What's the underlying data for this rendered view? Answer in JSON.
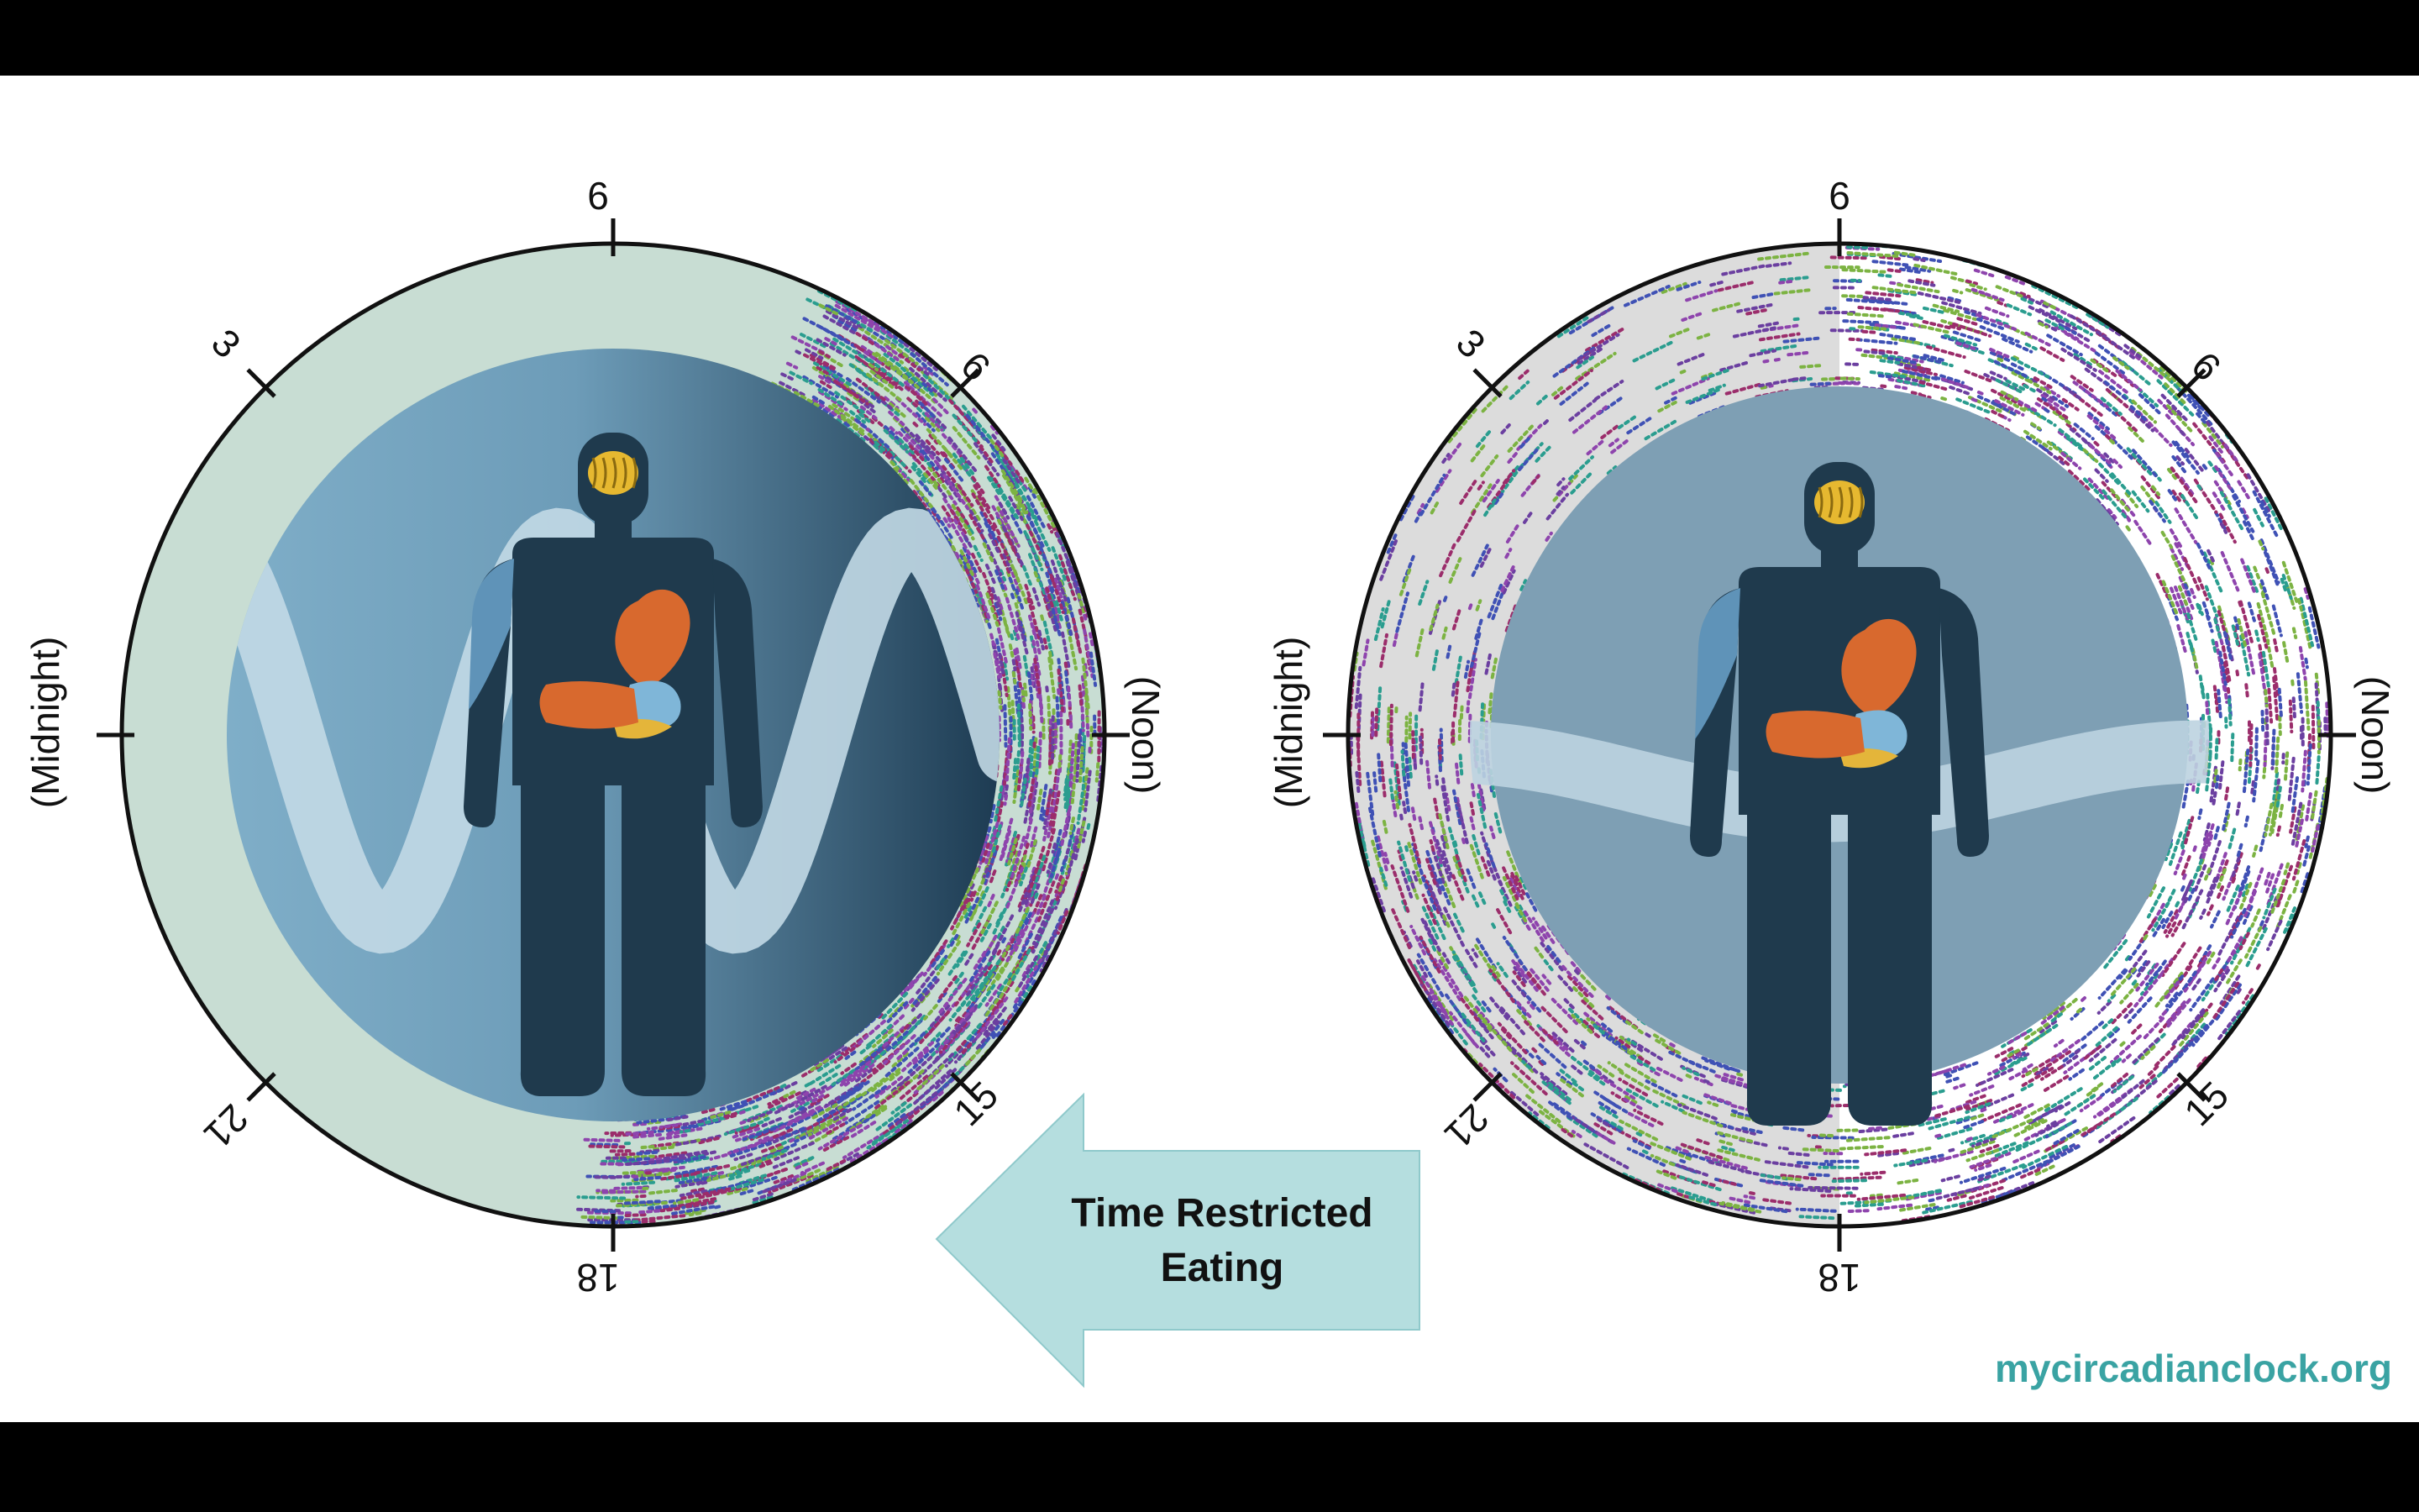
{
  "clock_left": {
    "labels": {
      "h6": "6",
      "h9": "9",
      "noon": "(Noon)",
      "h15": "15",
      "h18": "18",
      "h21": "21",
      "midnight": "(Midnight)",
      "h3": "3"
    }
  },
  "clock_right": {
    "labels": {
      "h6": "6",
      "h9": "9",
      "noon": "(Noon)",
      "h15": "15",
      "h18": "18",
      "h21": "21",
      "midnight": "(Midnight)",
      "h3": "3"
    }
  },
  "arrow": {
    "line1": "Time Restricted",
    "line2": "Eating"
  },
  "footer": {
    "url": "mycircadianclock.org"
  },
  "colors": {
    "fasting_band": "#c8ddd3",
    "night_band": "#dcdcdc",
    "body": "#1f3a4d",
    "arrow_fill": "#b5dedf",
    "url": "#3aa3a3",
    "dot_palette": [
      "#6b3fa0",
      "#2a9d8f",
      "#9b2d6b",
      "#7cb342",
      "#3f51b5",
      "#8e44ad"
    ]
  }
}
